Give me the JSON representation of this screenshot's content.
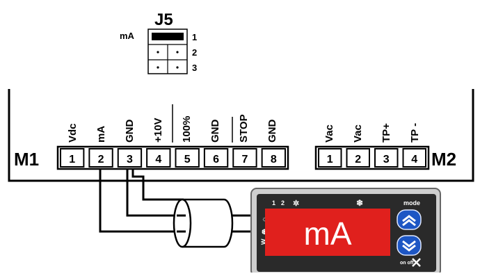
{
  "jumper": {
    "title": "J5",
    "side_label": "mA",
    "positions": [
      "1",
      "2",
      "3"
    ]
  },
  "m1": {
    "label": "M1",
    "terminals": [
      {
        "number": "1",
        "label": "Vdc"
      },
      {
        "number": "2",
        "label": "mA"
      },
      {
        "number": "3",
        "label": "GND"
      },
      {
        "number": "4",
        "label": "+10V"
      },
      {
        "number": "5",
        "label": "100%"
      },
      {
        "number": "6",
        "label": "GND"
      },
      {
        "number": "7",
        "label": "STOP"
      },
      {
        "number": "8",
        "label": "GND"
      }
    ]
  },
  "m2": {
    "label": "M2",
    "terminals": [
      {
        "number": "1",
        "label": "Vac"
      },
      {
        "number": "2",
        "label": "Vac"
      },
      {
        "number": "3",
        "label": "TP+"
      },
      {
        "number": "4",
        "label": "TP -"
      }
    ]
  },
  "display": {
    "reading": "mA",
    "indicators": [
      "1",
      "2"
    ],
    "mode_label": "mode",
    "onoff_label": "on off",
    "colors": {
      "screen": "#e0201d",
      "buttons": "#1d56c4",
      "bezel": "#2a2a2a"
    }
  }
}
